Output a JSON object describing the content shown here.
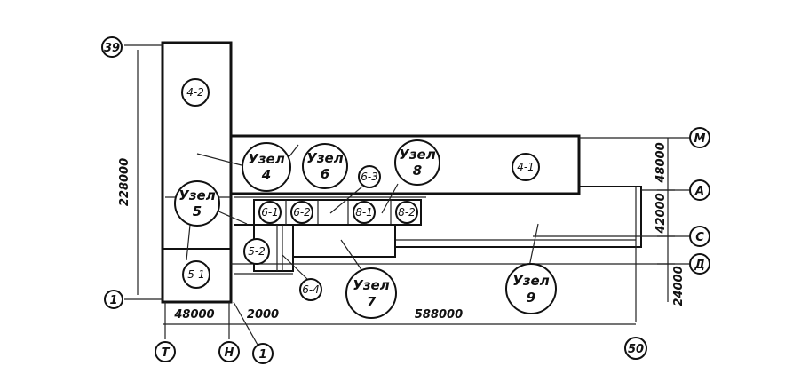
{
  "axes": {
    "a39": "39",
    "a1_left": "1",
    "aM": "М",
    "aA": "А",
    "aC": "С",
    "aD": "Д",
    "aT": "Т",
    "aH": "Н",
    "a1_bottom": "1",
    "a50": "50"
  },
  "blocks": {
    "b4_2": "4-2",
    "b5_1": "5-1",
    "b5_2": "5-2",
    "b4_1": "4-1",
    "b6_1": "6-1",
    "b6_2": "6-2",
    "b6_3": "6-3",
    "b6_4": "6-4",
    "b8_1": "8-1",
    "b8_2": "8-2"
  },
  "nodes": {
    "word": "Узел",
    "n4": "4",
    "n5": "5",
    "n6": "6",
    "n7": "7",
    "n8": "8",
    "n9": "9"
  },
  "dimensions": {
    "d228000": "228000",
    "d48000_bottom": "48000",
    "d2000": "2000",
    "d588000": "588000",
    "d48000_right": "48000",
    "d42000": "42000",
    "d24000": "24000"
  }
}
